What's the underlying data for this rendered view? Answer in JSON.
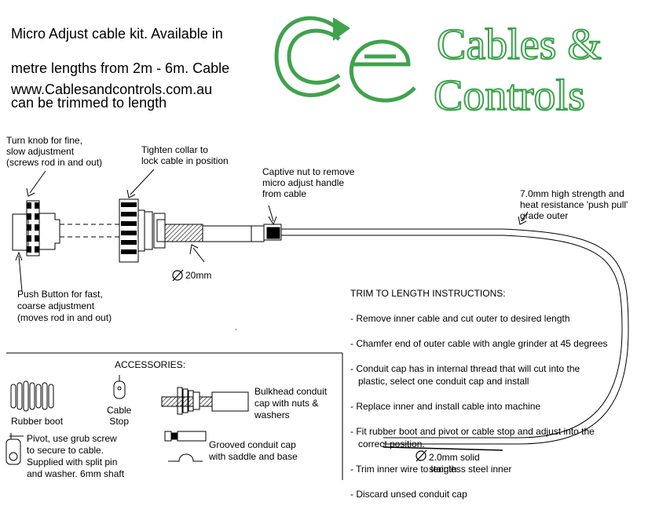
{
  "header": {
    "line1": "Micro Adjust cable kit. Available in",
    "line2": "metre lengths from 2m - 6m. Cable",
    "line3": "can be trimmed to length",
    "url": "www.Cablesandcontrols.com.au"
  },
  "logo": {
    "monogram": "Ce",
    "line1": "Cables &",
    "line2": "Controls",
    "color": "#3fa34d"
  },
  "callouts": {
    "knob": "Turn knob for fine,\nslow adjustment\n(screws rod in and out)",
    "collar": "Tighten collar to\nlock cable in position",
    "captive_nut": "Captive nut to remove\nmicro adjust handle\nfrom cable",
    "outer": "7.0mm high strength and\nheat resistance 'push pull'\ngrade outer",
    "diameter": "20mm",
    "push_button": "Push Button for fast,\ncoarse adjustment\n(moves rod in and out)",
    "inner": "2.0mm solid\nstainless steel inner"
  },
  "trim": {
    "title": "TRIM TO LENGTH INSTRUCTIONS:",
    "steps": [
      "- Remove inner cable and cut outer to desired length",
      "- Chamfer end of outer cable with angle grinder at 45 degrees",
      "- Conduit cap has in internal thread that will cut into the plastic, select one conduit cap and install",
      "- Replace inner and install cable into machine",
      "- Fit rubber boot and pivot or cable stop and adjust into the correct position.",
      "- Trim inner wire to length",
      "- Discard unsed conduit cap"
    ]
  },
  "accessories": {
    "title": "ACCESSORIES:",
    "rubber_boot": "Rubber boot",
    "cable_stop": "Cable\nStop",
    "bulkhead": "Bulkhead conduit\ncap with nuts &\nwashers",
    "pivot": "Pivot, use grub screw\nto secure to cable.\nSupplied with split pin\nand washer. 6mm shaft",
    "grooved": "Grooved conduit cap\nwith saddle and base"
  }
}
